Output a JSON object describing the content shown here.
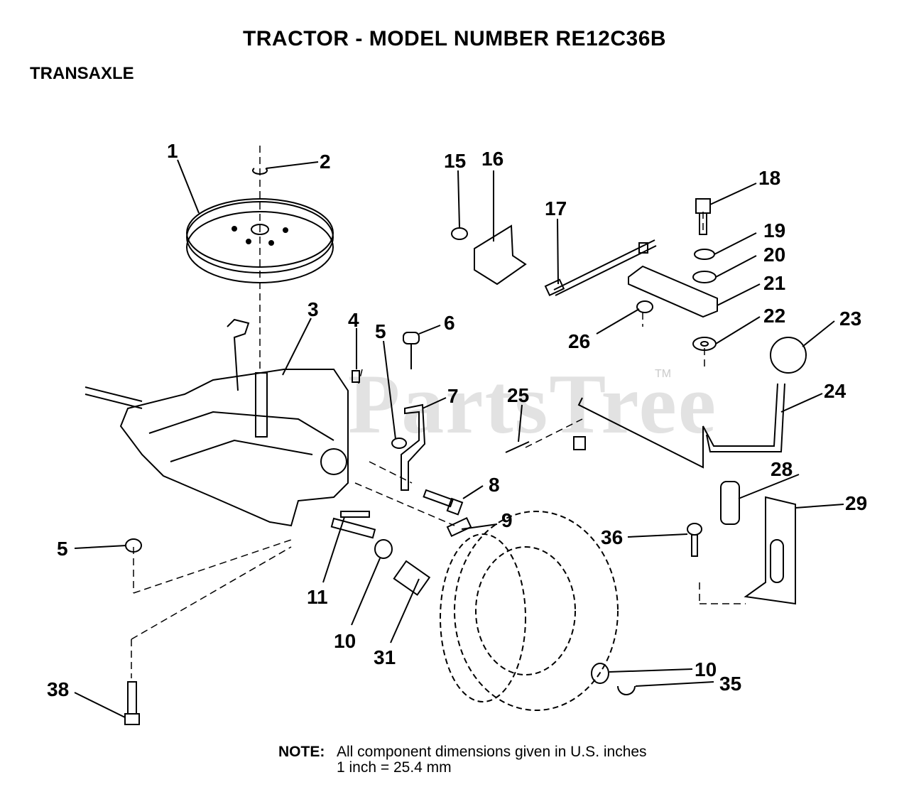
{
  "title": "TRACTOR  - MODEL NUMBER RE12C36B",
  "section": "TRANSAXLE",
  "watermark": "PartsTree",
  "trademark": "TM",
  "note": {
    "label": "NOTE:",
    "line1": "All component dimensions given in U.S. inches",
    "line2": "1 inch = 25.4 mm"
  },
  "callouts": [
    "1",
    "2",
    "3",
    "4",
    "5",
    "6",
    "15",
    "16",
    "17",
    "18",
    "19",
    "20",
    "21",
    "22",
    "23",
    "24",
    "25",
    "26",
    "7",
    "8",
    "9",
    "28",
    "29",
    "36",
    "5",
    "11",
    "10",
    "31",
    "10",
    "35",
    "38"
  ]
}
